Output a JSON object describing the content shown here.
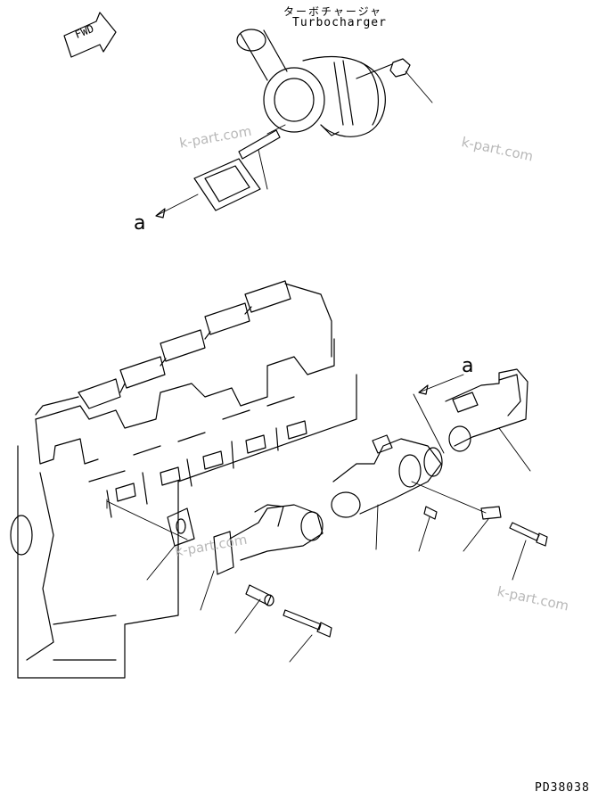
{
  "labels": {
    "turbo_jp": "ターボチャージャ",
    "turbo_en": "Turbocharger",
    "ref_a_top": "a",
    "ref_a_right": "a",
    "fwd": "FWD",
    "drawing_code": "PD38038"
  },
  "watermarks": [
    "k-part.com",
    "k-part.com",
    "k-part.com",
    "k-part.com"
  ],
  "colors": {
    "line": "#000000",
    "background": "#ffffff",
    "watermark": "#b8b8b8"
  }
}
